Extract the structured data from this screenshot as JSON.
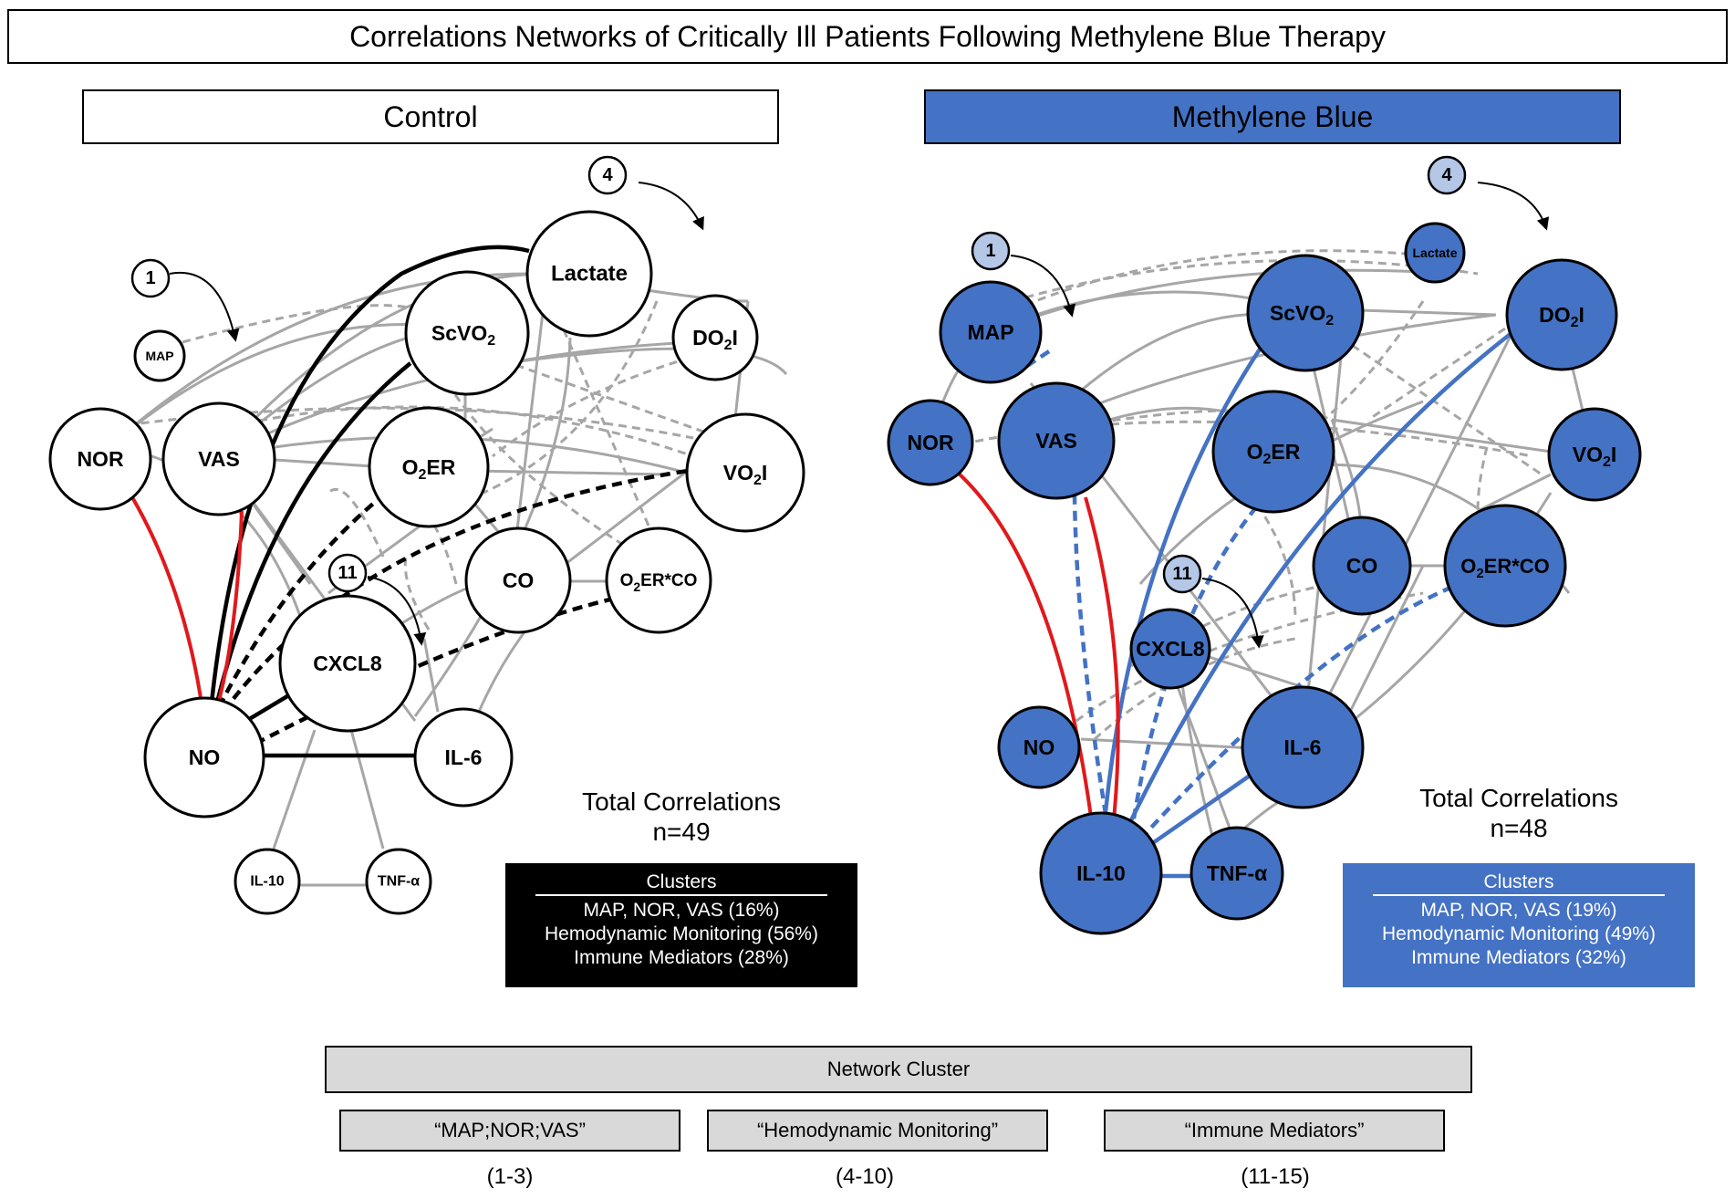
{
  "title": "Correlations Networks of Critically Ill Patients Following Methylene Blue Therapy",
  "colors": {
    "methylene_blue": "#4472c4",
    "methylene_blue_light": "#b4c7e7",
    "negative": "#e0191c",
    "neutral_edge": "#a6a6a6",
    "black": "#000000"
  },
  "panels": {
    "control": {
      "header": "Control",
      "total_label": "Total Correlations",
      "total_value": "n=49",
      "clusters_title": "Clusters",
      "clusters": [
        "MAP, NOR, VAS (16%)",
        "Hemodynamic Monitoring (56%)",
        "Immune Mediators (28%)"
      ],
      "nodes": {
        "Lactate": "Lactate",
        "ScVO2": "ScVO",
        "DO2I": "DO",
        "MAP": "MAP",
        "NOR": "NOR",
        "VAS": "VAS",
        "O2ER": "ER",
        "VO2I": "VO",
        "CO": "CO",
        "O2ERCO": "ER*CO",
        "CXCL8": "CXCL8",
        "NO": "NO",
        "IL6": "IL-6",
        "IL10": "IL-10",
        "TNF": "TNF-α"
      },
      "markers": [
        "1",
        "4",
        "11"
      ]
    },
    "methylene_blue": {
      "header": "Methylene Blue",
      "total_label": "Total Correlations",
      "total_value": "n=48",
      "clusters_title": "Clusters",
      "clusters": [
        "MAP, NOR, VAS (19%)",
        "Hemodynamic Monitoring (49%)",
        "Immune Mediators (32%)"
      ],
      "nodes": {
        "Lactate": "Lactate",
        "ScVO2": "ScVO",
        "DO2I": "DO",
        "MAP": "MAP",
        "NOR": "NOR",
        "VAS": "VAS",
        "O2ER": "ER",
        "VO2I": "VO",
        "CO": "CO",
        "O2ERCO": "ER*CO",
        "CXCL8": "CXCL8",
        "NO": "NO",
        "IL6": "IL-6",
        "IL10": "IL-10",
        "TNF": "TNF-α"
      },
      "markers": [
        "1",
        "4",
        "11"
      ]
    }
  },
  "network_cluster": {
    "header": "Network Cluster",
    "items": [
      {
        "label": "“MAP;NOR;VAS”",
        "range": "(1-3)"
      },
      {
        "label": "“Hemodynamic Monitoring”",
        "range": "(4-10)"
      },
      {
        "label": "“Immune Mediators”",
        "range": "(11-15)"
      }
    ]
  },
  "subscripts": {
    "two": "2",
    "O": "O",
    "I": "I"
  }
}
